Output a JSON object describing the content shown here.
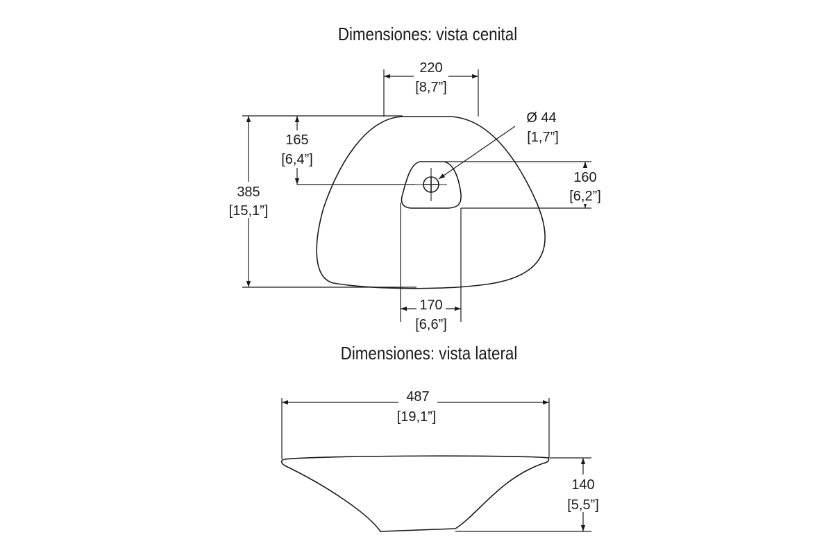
{
  "top_view": {
    "title": "Dimensiones: vista cenital",
    "dim_top_width": {
      "value": "220",
      "inch": "[8,7”]"
    },
    "dim_drain_offset": {
      "value": "165",
      "inch": "[6,4”]"
    },
    "dim_total_depth": {
      "value": "385",
      "inch": "[15,1”]"
    },
    "dim_drain_diameter": {
      "value": "Ø 44",
      "inch": "[1,7”]"
    },
    "dim_bowl_depth": {
      "value": "160",
      "inch": "[6,2”]"
    },
    "dim_bowl_width": {
      "value": "170",
      "inch": "[6,6”]"
    }
  },
  "side_view": {
    "title": "Dimensiones: vista lateral",
    "dim_total_width": {
      "value": "487",
      "inch": "[19,1”]"
    },
    "dim_height": {
      "value": "140",
      "inch": "[5,5”]"
    }
  }
}
